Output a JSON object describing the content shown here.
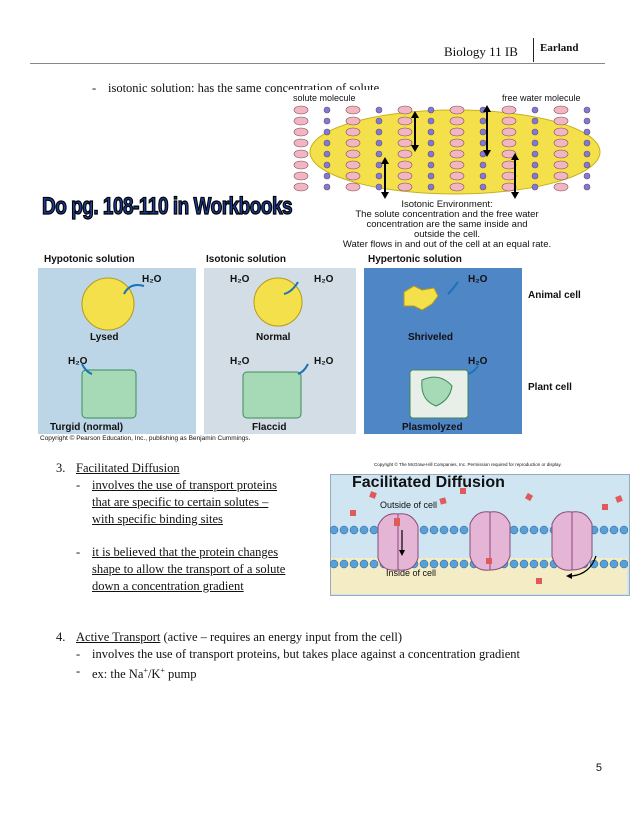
{
  "header": {
    "course": "Biology 11 IB",
    "teacher": "Earland"
  },
  "isotonic": {
    "bullet": "-",
    "text": "isotonic solution: has the same concentration of solute",
    "figure": {
      "label_solute": "solute molecule",
      "label_water": "free water molecule",
      "caption_title": "Isotonic Environment:",
      "caption_lines": [
        "The solute concentration and the free water",
        "concentration are the same inside and",
        "outside the cell.",
        "Water flows in and out of the cell at an equal rate."
      ]
    }
  },
  "workbook_note": "Do pg. 108-110 in Workbooks",
  "tonicity_figure": {
    "columns": [
      "Hypotonic solution",
      "Isotonic solution",
      "Hypertonic solution"
    ],
    "h2o": "H₂O",
    "animal_states": [
      "Lysed",
      "Normal",
      "Shriveled"
    ],
    "plant_states": [
      "Turgid (normal)",
      "Flaccid",
      "Plasmolyzed"
    ],
    "row_labels": [
      "Animal cell",
      "Plant cell"
    ],
    "copyright": "Copyright © Pearson Education, Inc., publishing as Benjamin Cummings."
  },
  "facilitated": {
    "number": "3.",
    "heading": "Facilitated Diffusion",
    "bullets": [
      {
        "dash": "-",
        "lines": [
          "involves the use of transport proteins",
          "that are specific to certain solutes –",
          "with specific binding sites"
        ]
      },
      {
        "dash": "-",
        "lines": [
          "it is believed that the protein changes",
          "shape to allow the transport of a solute",
          "down a concentration gradient"
        ]
      }
    ],
    "figure": {
      "copyright": "Copyright © The McGraw-Hill Companies, Inc. Permission required for reproduction or display.",
      "title": "Facilitated Diffusion",
      "outside": "Outside of cell",
      "inside": "Inside of cell"
    }
  },
  "active": {
    "number": "4.",
    "heading": "Active Transport",
    "heading_rest": " (active – requires an energy input from the cell)",
    "bullets": [
      {
        "dash": "-",
        "text": "involves the use of transport proteins, but takes place against a concentration gradient"
      },
      {
        "dash": "-",
        "text_pre": "ex: the Na",
        "sup1": "+",
        "text_mid": "/K",
        "sup2": "+",
        "text_post": " pump"
      }
    ]
  },
  "page_number": "5",
  "colors": {
    "cell_yellow": "#f4e04a",
    "panel_blue": "#bcd6e8",
    "panel_mid": "#d3dde6",
    "plant_green": "#a6d9b6",
    "workbook_blue": "#1a3b8f"
  }
}
